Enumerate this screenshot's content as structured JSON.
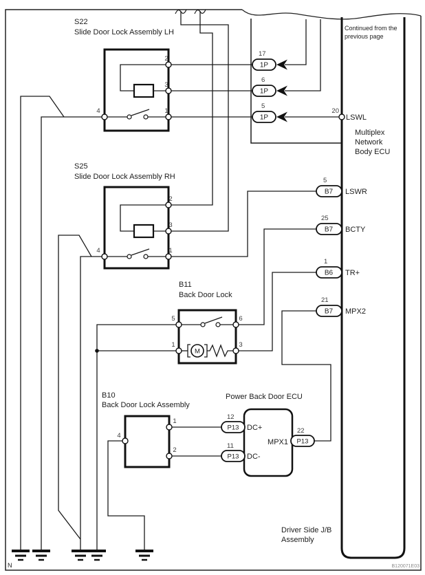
{
  "note_top_right": {
    "l1": "Continued from the",
    "l2": "previous page"
  },
  "s22": {
    "code": "S22",
    "name": "Slide Door Lock Assembly LH",
    "pin2": "2",
    "pin3": "3",
    "pin1": "1",
    "pin4": "4"
  },
  "s25": {
    "code": "S25",
    "name": "Slide Door Lock Assembly RH",
    "pin2": "2",
    "pin3": "3",
    "pin1": "1",
    "pin4": "4"
  },
  "b11": {
    "code": "B11",
    "name": "Back Door Lock",
    "pin5": "5",
    "pin6": "6",
    "pin1": "1",
    "pin3": "3"
  },
  "b10": {
    "code": "B10",
    "name": "Back Door Lock Assembly",
    "pin4": "4",
    "pin1": "1",
    "pin2": "2"
  },
  "ecu": {
    "name": "Power Back Door ECU",
    "mpx1": "MPX1",
    "dc_plus": "DC+",
    "dc_minus": "DC-"
  },
  "mnb_ecu": {
    "l1": "Multiplex",
    "l2": "Network",
    "l3": "Body ECU"
  },
  "jb": {
    "l1": "Driver Side J/B",
    "l2": "Assembly"
  },
  "motor": {
    "label": "M"
  },
  "conn": {
    "c1p_17": {
      "num": "17",
      "label": "1P"
    },
    "c1p_6": {
      "num": "6",
      "label": "1P"
    },
    "c1p_5": {
      "num": "5",
      "label": "1P"
    },
    "lswl": {
      "num": "20",
      "signal": "LSWL"
    },
    "lswr": {
      "num": "5",
      "label": "B7",
      "signal": "LSWR"
    },
    "bcty": {
      "num": "25",
      "label": "B7",
      "signal": "BCTY"
    },
    "trp": {
      "num": "1",
      "label": "B6",
      "signal": "TR+"
    },
    "mpx2": {
      "num": "21",
      "label": "B7",
      "signal": "MPX2"
    },
    "p13_12": {
      "num": "12",
      "label": "P13"
    },
    "p13_11": {
      "num": "11",
      "label": "P13"
    },
    "p13_22": {
      "num": "22",
      "label": "P13"
    }
  },
  "footer": {
    "left": "N",
    "right": "B120071E03"
  },
  "colors": {
    "line": "#1a1a1a",
    "background": "#ffffff"
  }
}
